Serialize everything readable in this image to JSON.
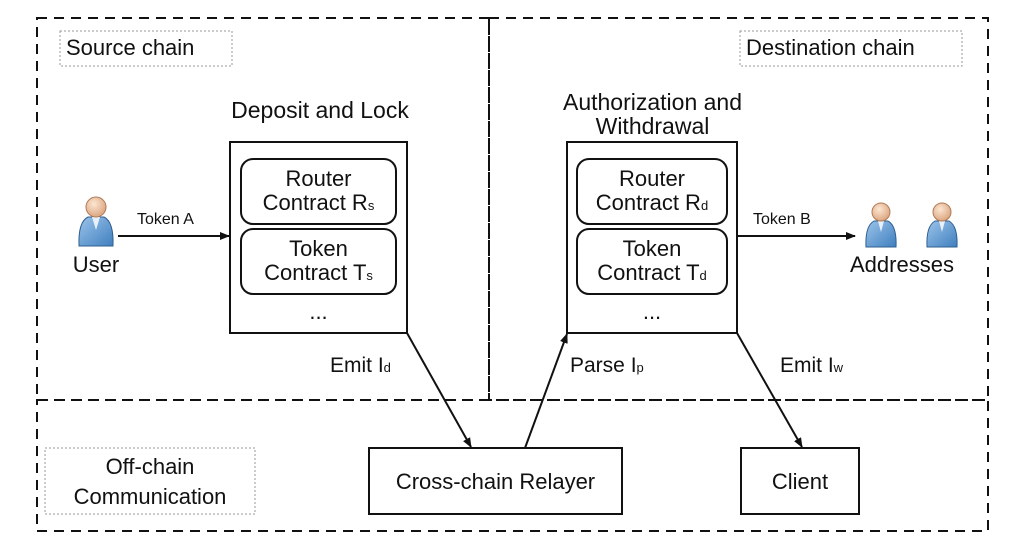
{
  "regions": {
    "source_chain": "Source chain",
    "destination_chain": "Destination chain",
    "off_chain": {
      "line1": "Off-chain",
      "line2": "Communication"
    }
  },
  "source": {
    "title": "Deposit and Lock",
    "router": {
      "line1": "Router",
      "line2": "Contract R",
      "sub": "s"
    },
    "token": {
      "line1": "Token",
      "line2": "Contract T",
      "sub": "s"
    },
    "more": "..."
  },
  "destination": {
    "title": {
      "line1": "Authorization and",
      "line2": "Withdrawal"
    },
    "router": {
      "line1": "Router",
      "line2": "Contract R",
      "sub": "d"
    },
    "token": {
      "line1": "Token",
      "line2": "Contract T",
      "sub": "d"
    },
    "more": "..."
  },
  "actors": {
    "user": "User",
    "addresses": "Addresses"
  },
  "flows": {
    "token_a": "Token A",
    "token_b": "Token B",
    "emit_id": {
      "label": "Emit I",
      "sub": "d"
    },
    "parse_ip": {
      "label": "Parse I",
      "sub": "p"
    },
    "emit_iw": {
      "label": "Emit I",
      "sub": "w"
    }
  },
  "offchain_nodes": {
    "relayer": "Cross-chain Relayer",
    "client": "Client"
  },
  "icons": [
    "user-icon",
    "address-icon"
  ],
  "colors": {
    "person_body": "#6fa8dc",
    "person_head": "#f2c9a8"
  }
}
